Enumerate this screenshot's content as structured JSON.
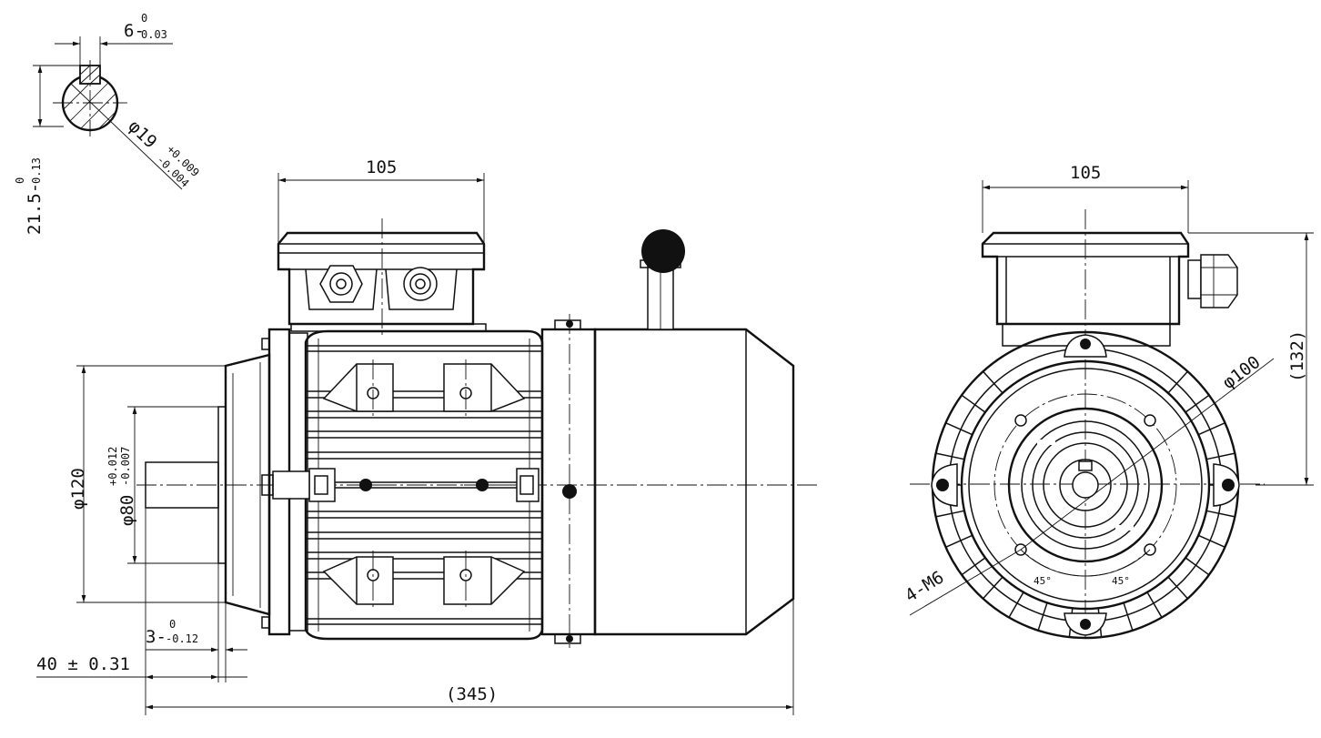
{
  "drawing": {
    "side_view": {
      "terminal_box_width": "105",
      "flange_diameter": "φ120",
      "spigot_diameter": "φ80",
      "spigot_tol_upper": "+0.012",
      "spigot_tol_lower": "-0.007",
      "spigot_depth": "3-",
      "spigot_depth_tol_upper": "0",
      "spigot_depth_tol_lower": "-0.12",
      "shaft_length": "40 ± 0.31",
      "overall_length": "(345)"
    },
    "shaft_section": {
      "key_width": "6-",
      "key_width_tol_upper": "0",
      "key_width_tol_lower": "0.03",
      "key_height": "21.5-",
      "key_height_tol_upper": "0",
      "key_height_tol_lower": "0.13",
      "shaft_diameter": "φ19",
      "shaft_tol_upper": "+0.009",
      "shaft_tol_lower": "-0.004"
    },
    "end_view": {
      "terminal_box_width": "105",
      "height": "(132)",
      "pcd": "φ100",
      "holes": "4-M6",
      "angle_left": "45°",
      "angle_right": "45°"
    }
  }
}
